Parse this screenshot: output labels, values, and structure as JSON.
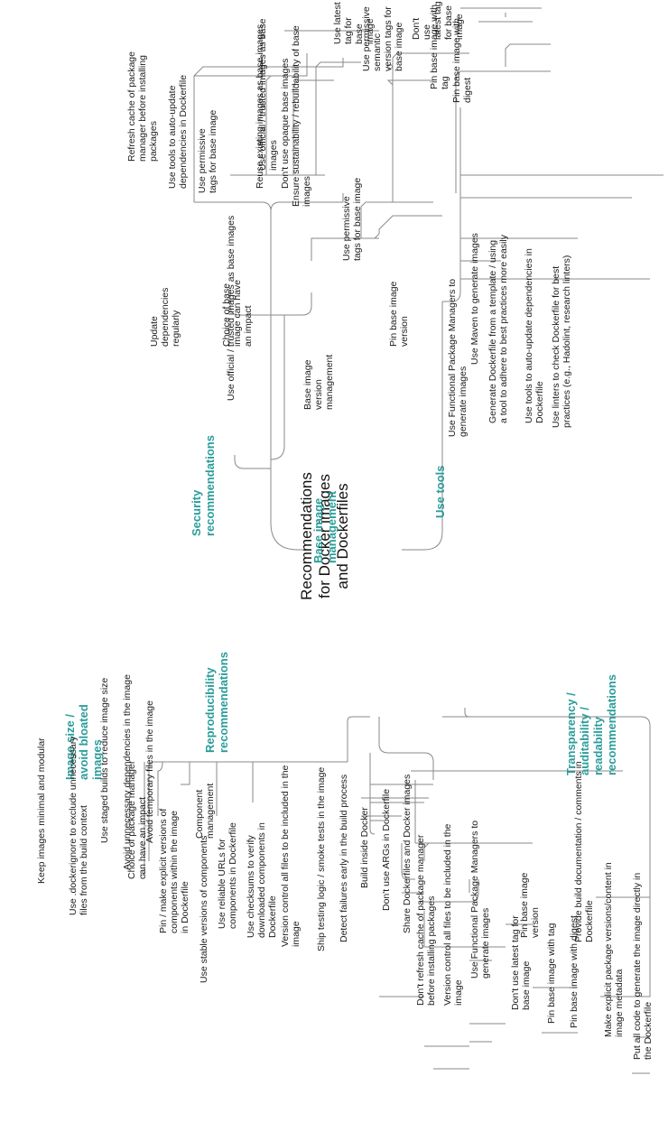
{
  "accent_color": "#2a9d9a",
  "line_color": "#8a8a8a",
  "central_title": "Recommendations\nfor Docker images\nand Dockerfiles",
  "security": {
    "label": "Security\nrecommendations",
    "update_deps": "Update\ndependencies\nregularly",
    "refresh_cache": "Refresh cache of package\nmanager before installing\npackages",
    "auto_update_tools": "Use tools to auto-update\ndependencies in Dockerfile",
    "permissive_tags": "Use permissive\ntags for base image",
    "official_images": "Use official / trusted images as base images"
  },
  "base_image": {
    "label": "Base image\nmanagement",
    "choice": "Choice of base\nimage can have\nan impact",
    "official_images": "Use official / trusted images as base images",
    "reuse_existing": "Reuse existing images as base images",
    "no_opaque": "Don't use opaque base images",
    "sustainability": "Ensure sustainability / rebuildability of base\nimages",
    "version_mgmt": "Base image\nversion\nmanagement",
    "permissive_tags": "Use permissive\ntags for base image",
    "latest_tag": "Use latest tag for base image",
    "semantic_tags": "Use permissive semantic\nversion tags for base image",
    "pin_version": "Pin base image\nversion",
    "no_latest": "Don't use latest tag for base image",
    "pin_tag": "Pin base image with tag",
    "pin_digest": "Pin base image with digest"
  },
  "use_tools": {
    "label": "Use tools",
    "functional_pm": "Use Functional Package Managers to\ngenerate images",
    "maven": "Use Maven to generate images",
    "template": "Generate Dockerfile from a template / using\na tool to adhere to best practices more easily",
    "auto_update": "Use tools to auto-update dependencies in\nDockerfile",
    "linters": "Use linters to check Dockerfile for best\npractices (e.g., Hadolint, research linters)"
  },
  "image_size": {
    "label": "Image size /\navoid bloated\nimages",
    "minimal": "Keep images minimal and modular",
    "dockerignore": "Use .dockerignore to exclude unnecessary\nfiles from the build context",
    "staged_builds": "Use staged builds to reduce image size",
    "unnecessary_deps": "Avoid unnecessary dependencies in the image",
    "temp_files": "Avoid temporary files in the image"
  },
  "reproducibility": {
    "label": "Reproducibility\nrecommendations",
    "pkg_manager": "Choice of package manager\ncan have an impact",
    "component_mgmt": "Component\nmanagement",
    "pin_components": "Pin / make explicit versions of\ncomponents within the image\nin Dockerfile",
    "stable_versions": "Use stable versions of components",
    "reliable_urls": "Use reliable URLs for\ncomponents in Dockerfile",
    "checksums": "Use checksums to verify\ndownloaded components in\nDockerfile",
    "version_control": "Version control all files to be included in the\nimage",
    "smoke_tests": "Ship testing logic / smoke tests in the image",
    "detect_failures": "Detect failures early in the build process",
    "build_inside": "Build inside Docker",
    "no_args": "Don't use ARGs in Dockerfile",
    "share": "Share Dockerfiles and Docker images",
    "no_refresh": "Don't refresh cache of package manager\nbefore installing packages",
    "version_control_2": "Version control all files to be included in the\nimage",
    "functional_pm": "Use Functional Package Managers to\ngenerate images",
    "no_latest": "Don't use latest tag for\nbase image",
    "pin_version": "Pin base image\nversion",
    "pin_tag": "Pin base image with tag",
    "pin_digest": "Pin base image with digest"
  },
  "transparency": {
    "label": "Transparency /\nauditability /\nreadability\nrecommendations",
    "build_docs": "Provide build documentation / comments in\nDockerfile",
    "metadata": "Make explicit package versions/content in\nimage metadata",
    "all_code": "Put all code to generate the image directly in\nthe Dockerfile"
  }
}
